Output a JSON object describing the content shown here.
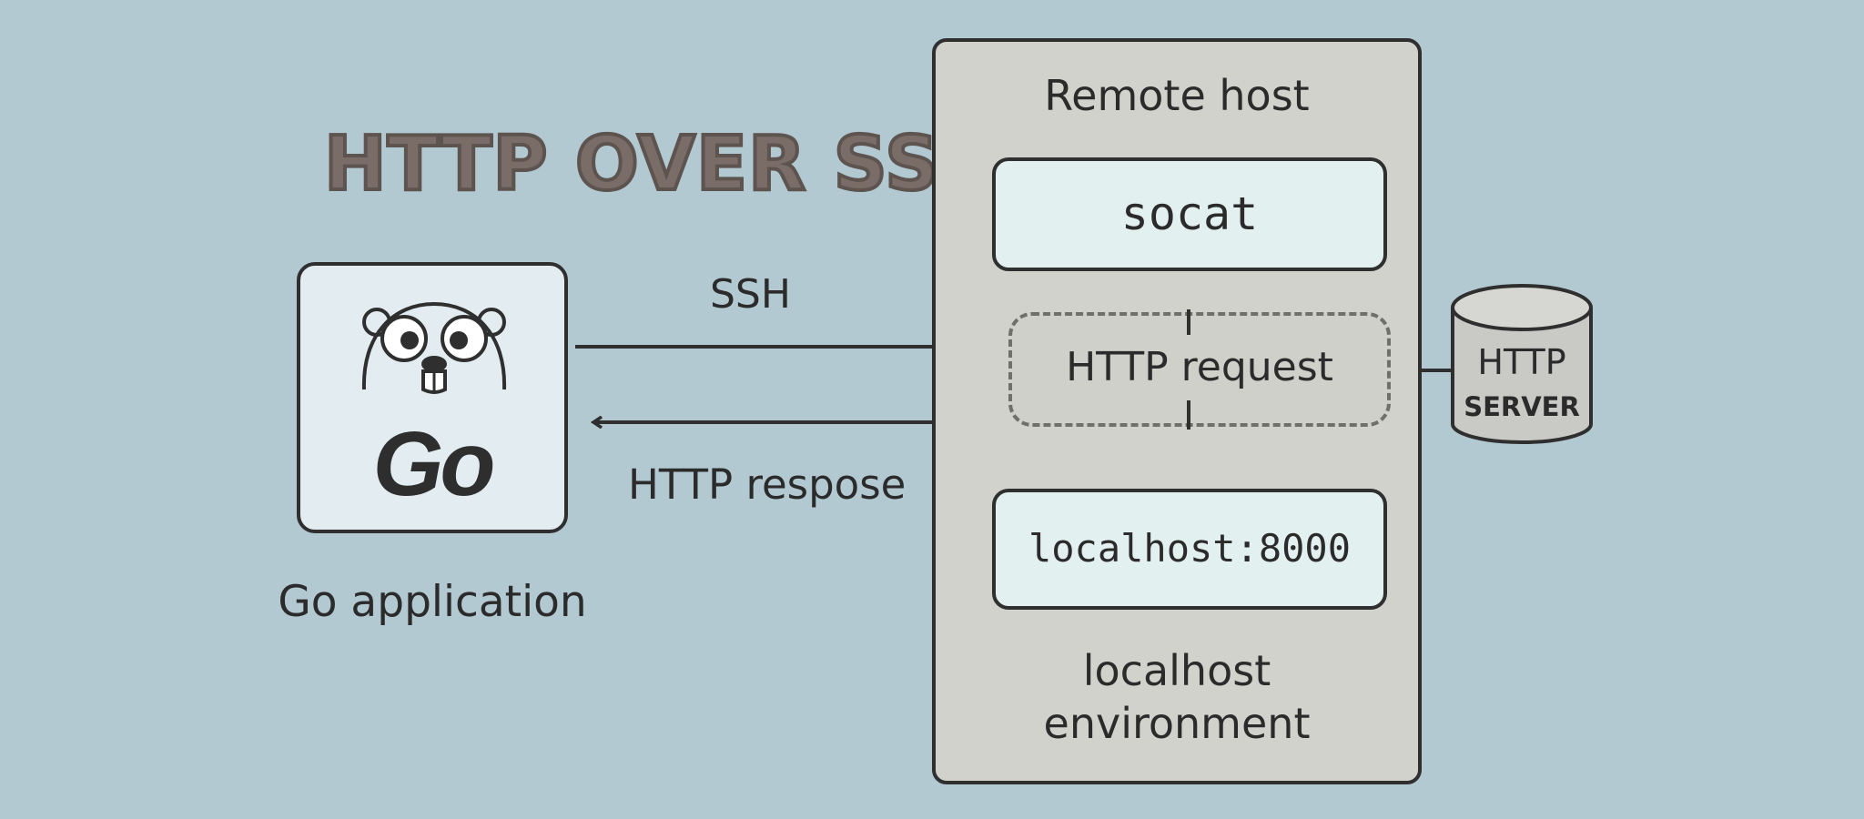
{
  "title": "HTTP OVER SSH",
  "client": {
    "logo_text": "Go",
    "caption": "Go application",
    "mascot_icon": "gopher-icon"
  },
  "arrows": {
    "ssh_label": "SSH",
    "response_label": "HTTP respose"
  },
  "remote_host": {
    "title": "Remote host",
    "socat_label": "socat",
    "request_label": "HTTP request",
    "local_label": "localhost:8000",
    "env_label_line1": "localhost",
    "env_label_line2": "environment"
  },
  "http_server": {
    "line1": "HTTP",
    "line2": "SERVER",
    "icon": "database-cylinder-icon"
  },
  "colors": {
    "background": "#b3c9d2",
    "panel": "#d2d2cd",
    "box_fill": "#e3f0f0",
    "title": "#7a6d68"
  }
}
